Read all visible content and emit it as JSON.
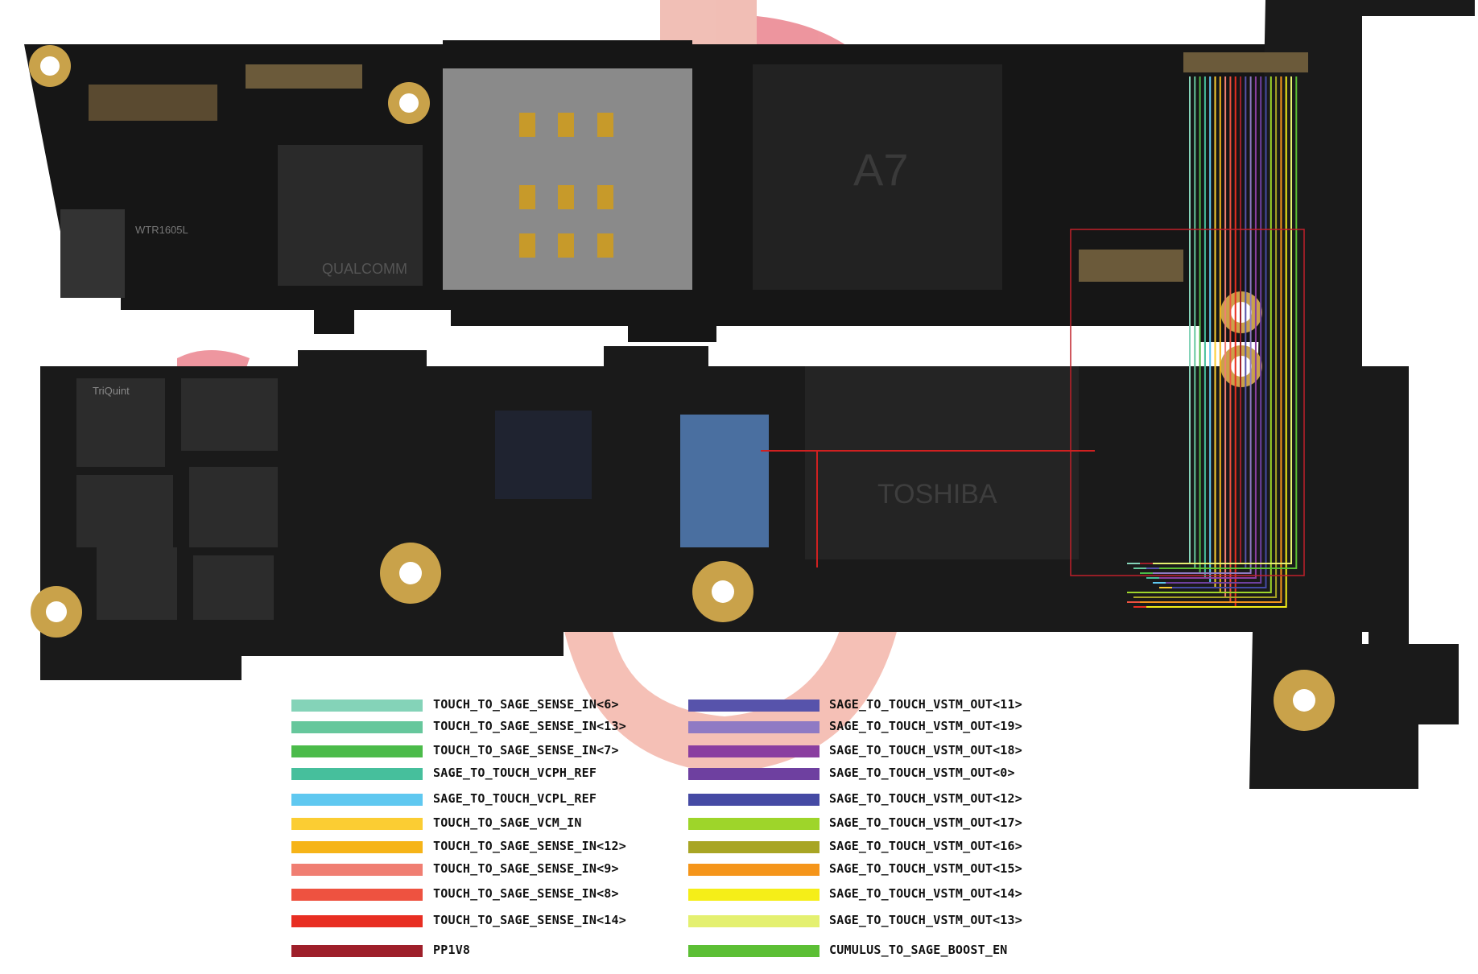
{
  "legend": {
    "left": [
      {
        "label": "TOUCH_TO_SAGE_SENSE_IN<6>",
        "color": "#84d3b8"
      },
      {
        "label": "TOUCH_TO_SAGE_SENSE_IN<13>",
        "color": "#66c79c"
      },
      {
        "label": "TOUCH_TO_SAGE_SENSE_IN<7>",
        "color": "#4bbb4a"
      },
      {
        "label": "SAGE_TO_TOUCH_VCPH_REF",
        "color": "#46bf9c"
      },
      {
        "label": "SAGE_TO_TOUCH_VCPL_REF",
        "color": "#5fc8f0"
      },
      {
        "label": "TOUCH_TO_SAGE_VCM_IN",
        "color": "#fbcd33"
      },
      {
        "label": "TOUCH_TO_SAGE_SENSE_IN<12>",
        "color": "#f6b418"
      },
      {
        "label": "TOUCH_TO_SAGE_SENSE_IN<9>",
        "color": "#f07e72"
      },
      {
        "label": "TOUCH_TO_SAGE_SENSE_IN<8>",
        "color": "#ee5240"
      },
      {
        "label": "TOUCH_TO_SAGE_SENSE_IN<14>",
        "color": "#e82e22"
      },
      {
        "label": "PP1V8",
        "color": "#9e1f2a"
      }
    ],
    "right": [
      {
        "label": "SAGE_TO_TOUCH_VSTM_OUT<11>",
        "color": "#5753ab"
      },
      {
        "label": "SAGE_TO_TOUCH_VSTM_OUT<19>",
        "color": "#8f7ac4"
      },
      {
        "label": "SAGE_TO_TOUCH_VSTM_OUT<18>",
        "color": "#8a3ea0"
      },
      {
        "label": "SAGE_TO_TOUCH_VSTM_OUT<0>",
        "color": "#6e40a0"
      },
      {
        "label": "SAGE_TO_TOUCH_VSTM_OUT<12>",
        "color": "#454aa4"
      },
      {
        "label": "SAGE_TO_TOUCH_VSTM_OUT<17>",
        "color": "#9ed52a"
      },
      {
        "label": "SAGE_TO_TOUCH_VSTM_OUT<16>",
        "color": "#a8a524"
      },
      {
        "label": "SAGE_TO_TOUCH_VSTM_OUT<15>",
        "color": "#f5951a"
      },
      {
        "label": "SAGE_TO_TOUCH_VSTM_OUT<14>",
        "color": "#f5ee18"
      },
      {
        "label": "SAGE_TO_TOUCH_VSTM_OUT<13>",
        "color": "#e4f070"
      },
      {
        "label": "CUMULUS_TO_SAGE_BOOST_EN",
        "color": "#5cbf35"
      }
    ]
  },
  "board": {
    "chip_labels": [
      "QUALCOMM",
      "TOSHIBA",
      "A7",
      "TriQuint",
      "WTR1605L"
    ]
  }
}
